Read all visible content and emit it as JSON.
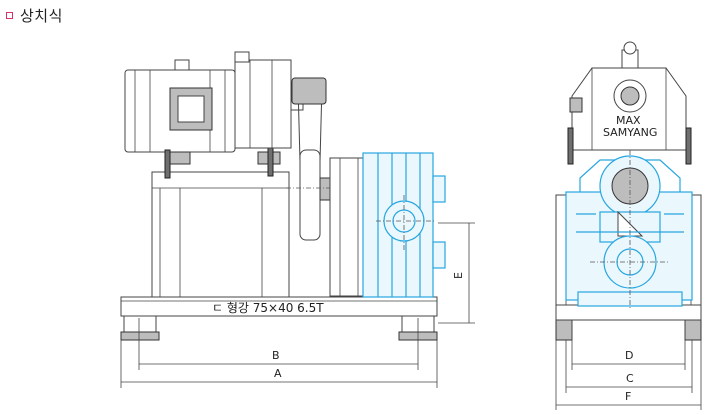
{
  "header": {
    "title": "상치식"
  },
  "base_note": "ㄷ 형강 75×40 6.5T",
  "front_view": {
    "dimension_labels": {
      "a": "A",
      "b": "B",
      "e": "E"
    }
  },
  "side_view": {
    "nameplate_line1": "MAX",
    "nameplate_line2": "SAMYANG",
    "dimension_labels": {
      "c": "C",
      "d": "D",
      "f": "F"
    }
  },
  "colors": {
    "outline": "#444444",
    "pump": "#27a6e0",
    "accent": "#d6336c"
  }
}
